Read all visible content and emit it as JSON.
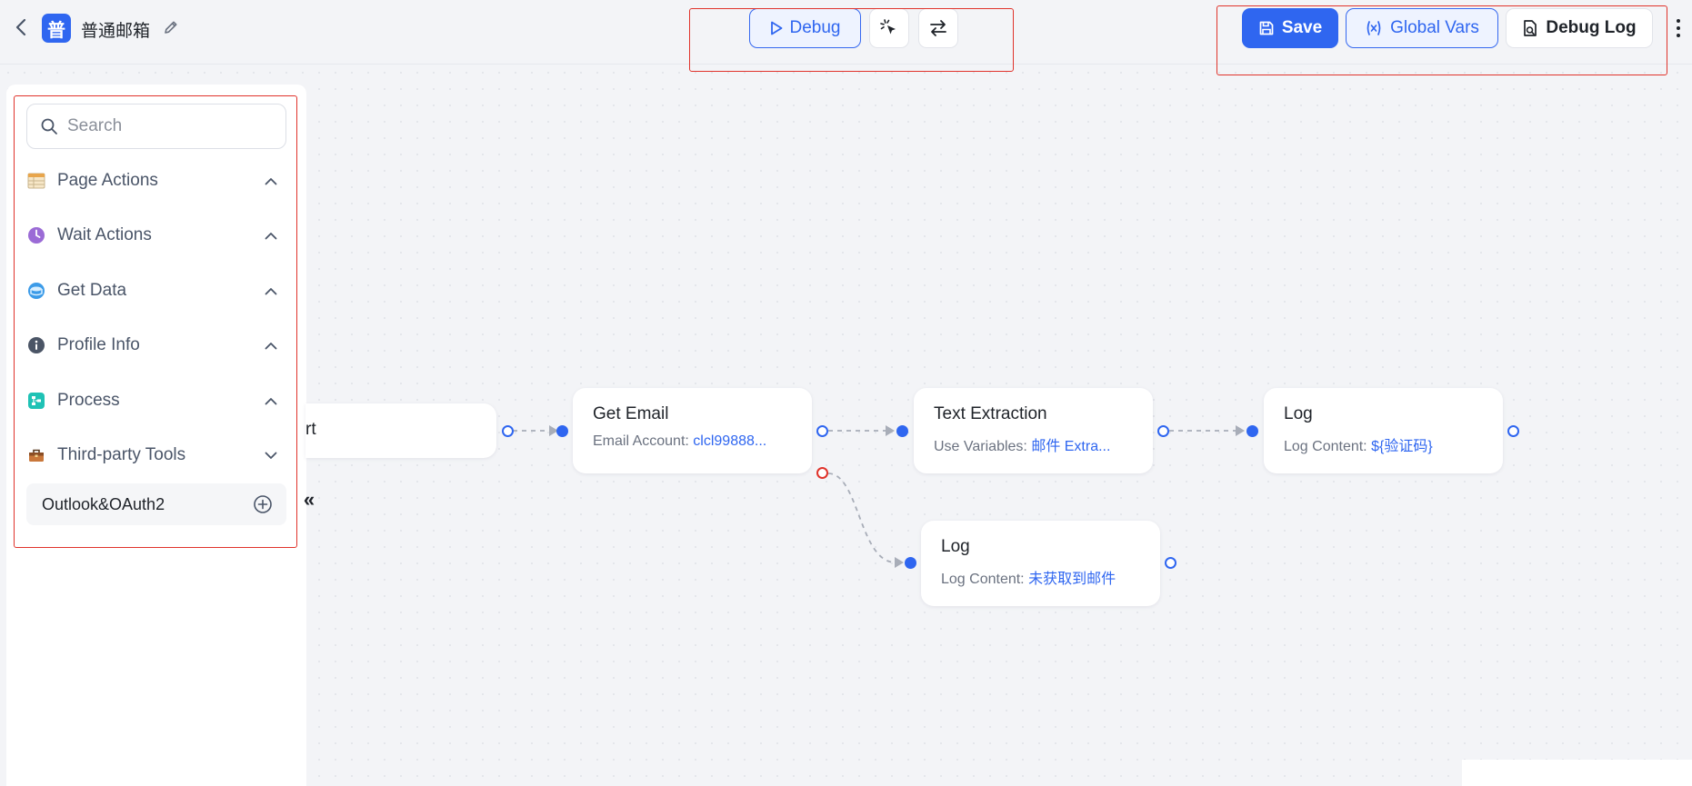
{
  "header": {
    "app_badge": "普",
    "title": "普通邮箱",
    "debug_label": "Debug",
    "save_label": "Save",
    "global_vars_label": "Global Vars",
    "debug_log_label": "Debug Log"
  },
  "sidebar": {
    "search_placeholder": "Search",
    "categories": [
      {
        "label": "Page Actions",
        "icon": "table-icon",
        "expanded": true
      },
      {
        "label": "Wait Actions",
        "icon": "clock-icon",
        "expanded": true
      },
      {
        "label": "Get Data",
        "icon": "database-icon",
        "expanded": true
      },
      {
        "label": "Profile Info",
        "icon": "info-icon",
        "expanded": true
      },
      {
        "label": "Process",
        "icon": "process-icon",
        "expanded": true
      },
      {
        "label": "Third-party Tools",
        "icon": "toolbox-icon",
        "expanded": false
      }
    ],
    "tool_item": "Outlook&OAuth2",
    "collapse_glyph": "«"
  },
  "flow": {
    "start": {
      "title": "rt"
    },
    "get_email": {
      "title": "Get Email",
      "sub_label": "Email Account:",
      "sub_value": "clcl99888..."
    },
    "text_extraction": {
      "title": "Text Extraction",
      "sub_label": "Use Variables:",
      "sub_value": "邮件 Extra..."
    },
    "log1": {
      "title": "Log",
      "sub_label": "Log Content:",
      "sub_value": "${验证码}"
    },
    "log2": {
      "title": "Log",
      "sub_label": "Log Content:",
      "sub_value": "未获取到邮件"
    }
  },
  "colors": {
    "primary": "#2f66f0",
    "error": "#e0332b",
    "highlight": "#e0332b"
  }
}
